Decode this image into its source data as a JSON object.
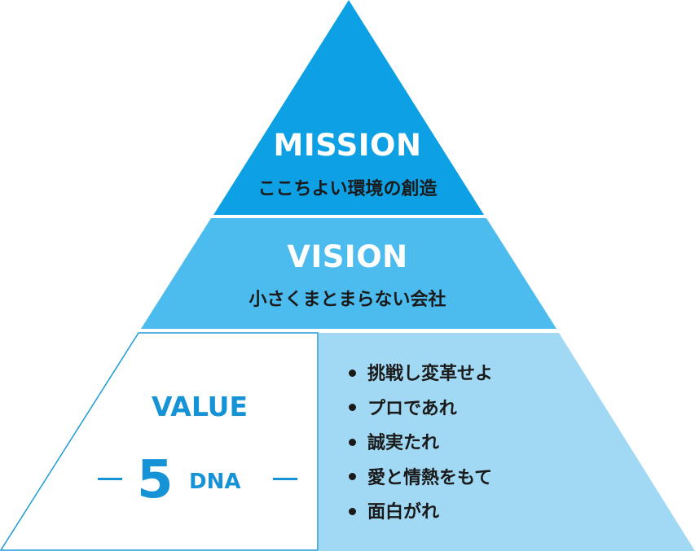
{
  "colors": {
    "mission_fill": "#0ea0e4",
    "vision_fill": "#4cbbed",
    "value_fill": "#a1d9f4",
    "value_left_fill": "#ffffff",
    "value_left_stroke": "#1e9ad8",
    "accent_text": "#1693d6"
  },
  "mission": {
    "title": "MISSION",
    "subtitle": "ここちよい環境の創造"
  },
  "vision": {
    "title": "VISION",
    "subtitle": "小さくまとまらない会社"
  },
  "value": {
    "title": "VALUE",
    "dna_number": "5",
    "dna_word": "DNA",
    "items": [
      "挑戦し変革せよ",
      "プロであれ",
      "誠実たれ",
      "愛と情熱をもて",
      "面白がれ"
    ]
  }
}
